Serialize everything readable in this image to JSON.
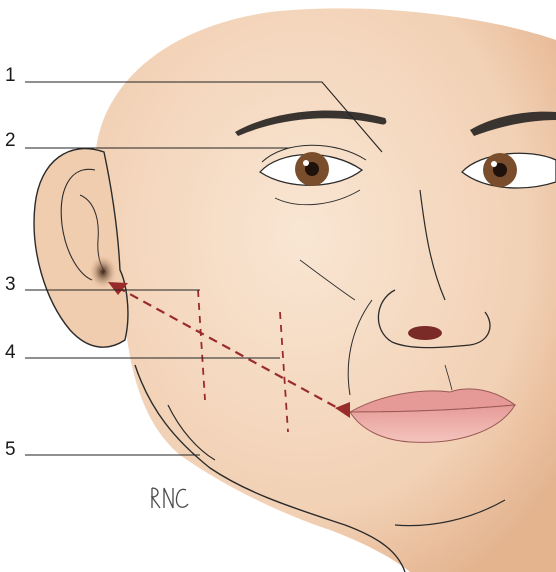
{
  "labels": [
    {
      "id": "1",
      "text": "1"
    },
    {
      "id": "2",
      "text": "2"
    },
    {
      "id": "3",
      "text": "3"
    },
    {
      "id": "4",
      "text": "4"
    },
    {
      "id": "5",
      "text": "5"
    }
  ],
  "signature": "RNC",
  "colors": {
    "skin": "#f4d7be",
    "skin_shadow": "#e7b995",
    "outline": "#2b2b2b",
    "incision": "#9a2b2b",
    "lips": "#e8a7a1",
    "iris": "#7a4e2c",
    "leader_line": "#222222"
  }
}
